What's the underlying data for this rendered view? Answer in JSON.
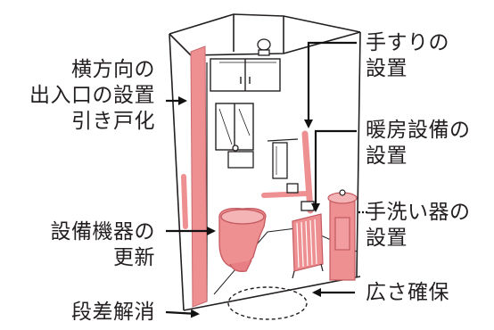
{
  "labels": {
    "sliding_door": [
      "横方向の",
      "出入口の設置",
      "引き戸化"
    ],
    "handrail": [
      "手すりの",
      "設置"
    ],
    "heating": [
      "暖房設備の",
      "設置"
    ],
    "handwash": [
      "手洗い器の",
      "設置"
    ],
    "equipment": [
      "設備機器の",
      "更新"
    ],
    "space": "広さ確保",
    "step": "段差解消"
  },
  "colors": {
    "highlight": "#ee8f92",
    "highlight_dark": "#d9686d",
    "line": "#231f20",
    "text": "#231f20",
    "arrow": "#111111"
  }
}
